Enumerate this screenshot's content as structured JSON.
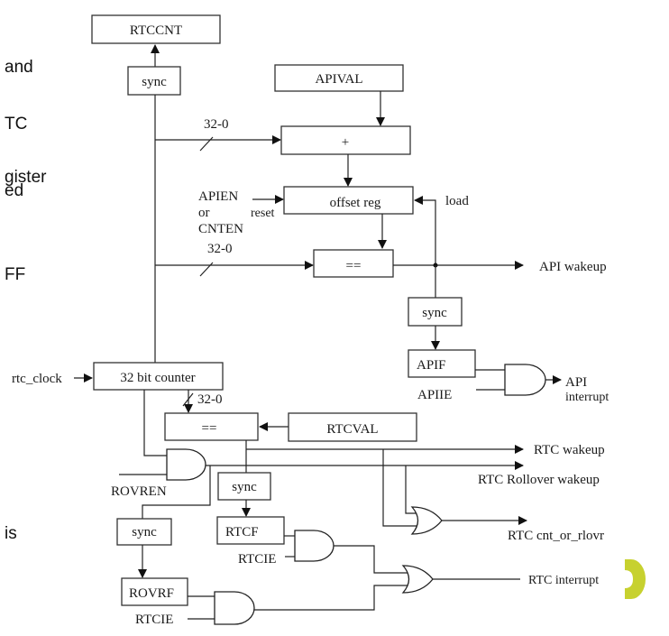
{
  "side_text": {
    "line1": "and",
    "line2": "TC",
    "line3a": "gister",
    "line3b": "ed",
    "line4": "FF",
    "line5": "is"
  },
  "diagram": {
    "blocks": {
      "rtccnt": "RTCCNT",
      "sync_top": "sync",
      "apival": "APIVAL",
      "adder": "+",
      "offset_reg": "offset reg",
      "cmp_api": "==",
      "sync_api": "sync",
      "apif": "APIF",
      "counter": "32 bit counter",
      "cmp_rtc": "==",
      "rtcval": "RTCVAL",
      "sync_rtc": "sync",
      "sync_rov": "sync",
      "rtcf": "RTCF",
      "rovrf": "ROVRF"
    },
    "labels": {
      "bus_top": "32-0",
      "bus_mid": "32-0",
      "bus_counter": "32-0",
      "apien": "APIEN",
      "or": "or",
      "cnten": "CNTEN",
      "reset": "reset",
      "load": "load",
      "api_wakeup": "API wakeup",
      "apiie": "APIIE",
      "api_interrupt_1": "API",
      "api_interrupt_2": "interrupt",
      "rtc_clock": "rtc_clock",
      "rovren": "ROVREN",
      "rtc_wakeup": "RTC wakeup",
      "rtc_rollover_wakeup": "RTC Rollover wakeup",
      "rtc_cnt_or_rlovr": "RTC cnt_or_rlovr",
      "rtcie_1": "RTCIE",
      "rtcie_2": "RTCIE",
      "rtc_interrupt": "RTC interrupt"
    }
  },
  "colors": {
    "accent_green": "#c7d12f"
  }
}
